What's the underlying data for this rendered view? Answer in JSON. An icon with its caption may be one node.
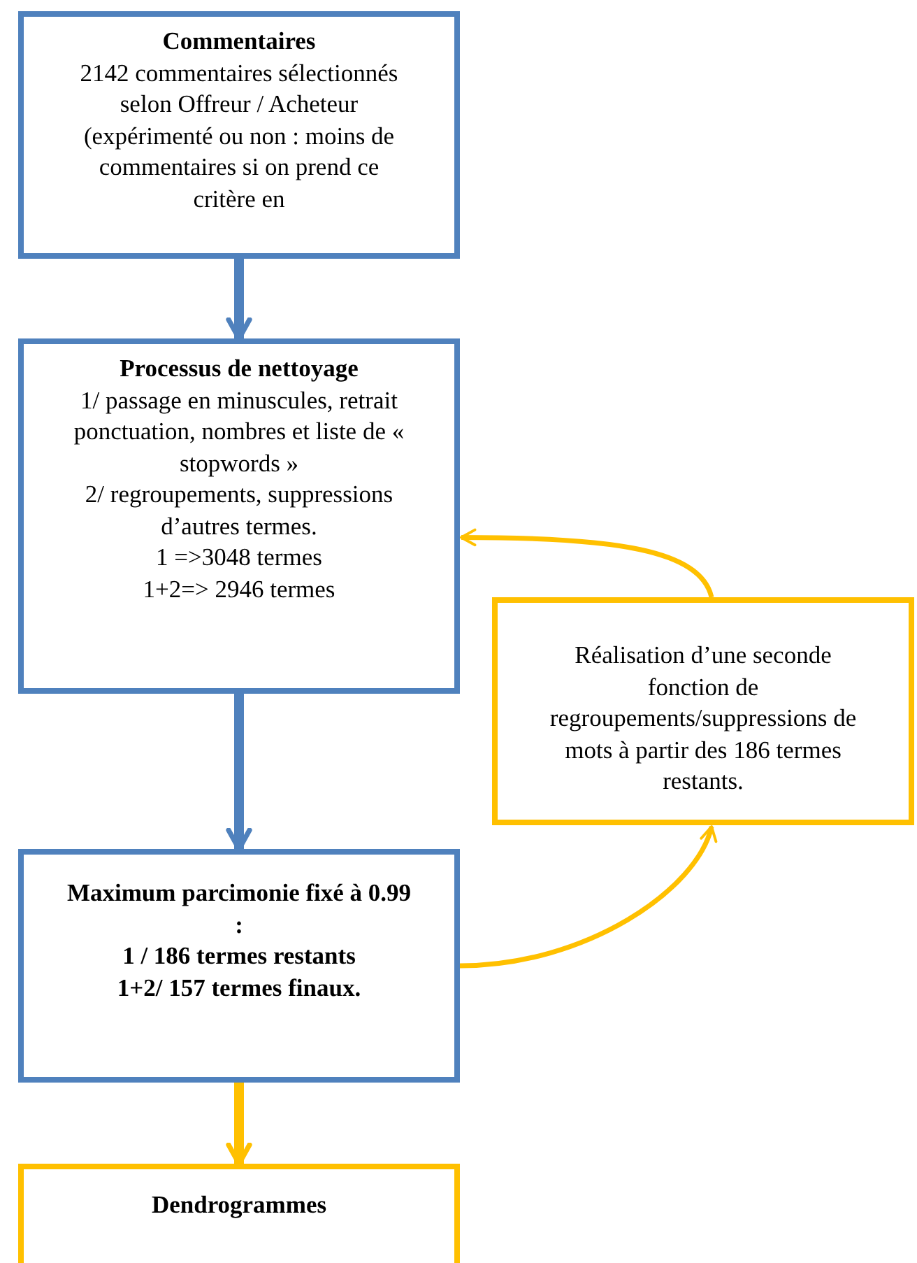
{
  "diagram": {
    "nodes": [
      {
        "text": [
          "Commentaires",
          "2142 commentaires sélectionnés selon Offreur / Acheteur (expérimenté ou non : moins de commentaires si on prend ce critère en"
        ]
      },
      {
        "text": [
          "Processus de nettoyage",
          "1/ passage en minuscules, retrait ponctuation, nombres et liste de « stopwords »",
          "2/ regroupements, suppressions d’autres termes.",
          "1 =>3048 termes",
          "1+2=> 2946 termes"
        ]
      },
      {
        "text": [
          "Réalisation d’une seconde fonction de regroupements/suppressions de mots à partir des 186 termes restants."
        ]
      },
      {
        "text": [
          "Maximum parcimonie fixé à  0.99 :",
          "1 / 186 termes restants",
          "1+2/ 157 termes finaux."
        ]
      },
      {
        "text": [
          "Dendrogrammes"
        ]
      }
    ],
    "edges": [
      {
        "from": 0,
        "to": 1,
        "arrow": "to",
        "color": "#4f81bd"
      },
      {
        "from": 1,
        "to": 3,
        "arrow": "to",
        "color": "#4f81bd"
      },
      {
        "from": 3,
        "to": 4,
        "arrow": "to"
      },
      {
        "from": 2,
        "to": 1,
        "arrow": "to"
      },
      {
        "from": 3,
        "to": 2,
        "arrow": "to"
      }
    ]
  }
}
